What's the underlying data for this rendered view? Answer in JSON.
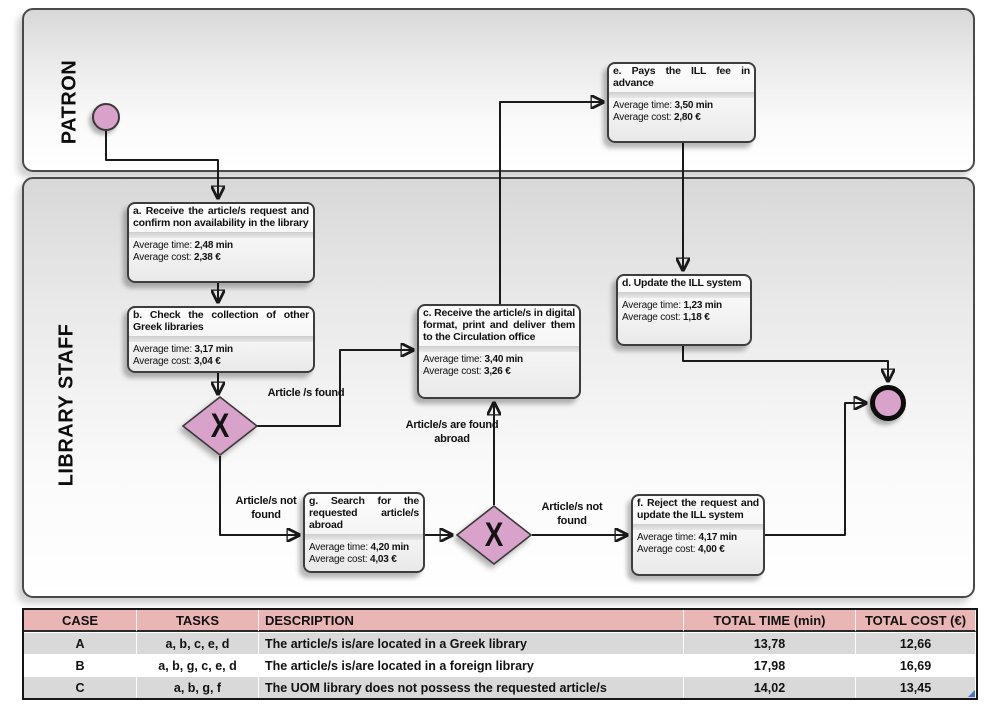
{
  "diagram": {
    "lanes": {
      "patron": "PATRON",
      "staff": "LIBRARY STAFF"
    },
    "tasks": {
      "a": {
        "title": "a. Receive the article/s request and confirm non availability in the library",
        "time_label": "Average time:",
        "time": "2,48 min",
        "cost_label": "Average cost:",
        "cost": "2,38 €"
      },
      "b": {
        "title": "b. Check the collection of other Greek libraries",
        "time_label": "Average time:",
        "time": "3,17 min",
        "cost_label": "Average cost:",
        "cost": "3,04 €"
      },
      "c": {
        "title": "c. Receive the article/s in digital format, print and deliver them to the Circulation office",
        "time_label": "Average time:",
        "time": "3,40 min",
        "cost_label": "Average cost:",
        "cost": "3,26 €"
      },
      "d": {
        "title": "d. Update the ILL system",
        "time_label": "Average time:",
        "time": "1,23 min",
        "cost_label": "Average cost:",
        "cost": "1,18 €"
      },
      "e": {
        "title": "e. Pays the ILL fee in advance",
        "time_label": "Average time:",
        "time": "3,50 min",
        "cost_label": "Average cost:",
        "cost": "2,80 €"
      },
      "f": {
        "title": "f. Reject the request and update the ILL system",
        "time_label": "Average time:",
        "time": "4,17 min",
        "cost_label": "Average cost:",
        "cost": "4,00 €"
      },
      "g": {
        "title": "g. Search for the requested article/s abroad",
        "time_label": "Average time:",
        "time": "4,20 min",
        "cost_label": "Average cost:",
        "cost": "4,03 €"
      }
    },
    "gateways": {
      "g1": "X",
      "g2": "X"
    },
    "flow_labels": {
      "found": "Article /s found",
      "not_found_1": "Article/s not found",
      "found_abroad": "Article/s are found abroad",
      "not_found_2": "Article/s not found"
    }
  },
  "table": {
    "headers": [
      "CASE",
      "TASKS",
      "DESCRIPTION",
      "TOTAL TIME (min)",
      "TOTAL COST (€)"
    ],
    "rows": [
      {
        "case": "A",
        "tasks": "a, b, c, e, d",
        "description": "The article/s is/are located in a Greek library",
        "time": "13,78",
        "cost": "12,66"
      },
      {
        "case": "B",
        "tasks": "a, b, g, c, e, d",
        "description": "The article/s is/are located in a foreign library",
        "time": "17,98",
        "cost": "16,69"
      },
      {
        "case": "C",
        "tasks": "a, b, g, f",
        "description": "The UOM library does not possess the requested  article/s",
        "time": "14,02",
        "cost": "13,45"
      }
    ]
  },
  "colors": {
    "shape_pink": "#d9a2cb",
    "table_header_pink": "#eab5b5",
    "row_gray": "#d9d9d9"
  }
}
